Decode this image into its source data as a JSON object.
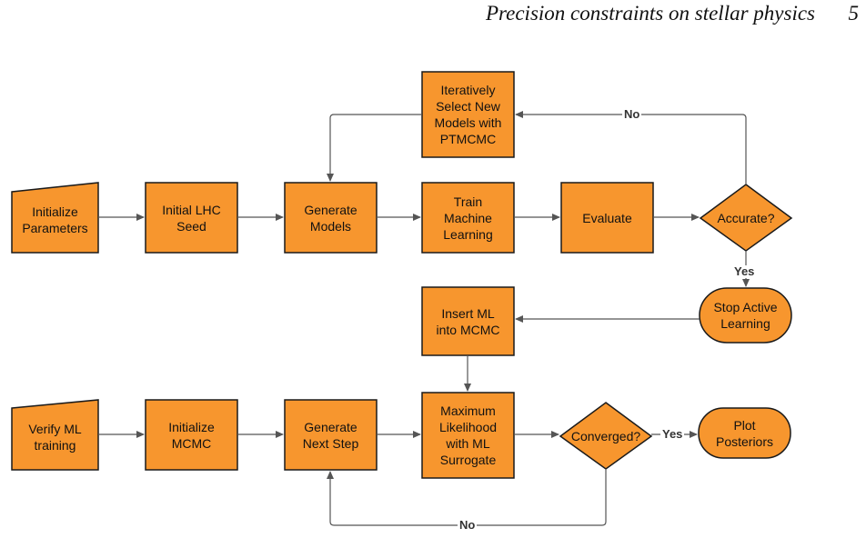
{
  "header": {
    "title": "Precision constraints on stellar physics",
    "page_number": "5"
  },
  "colors": {
    "node_fill": "#F7962E",
    "node_stroke": "#1a1a1a",
    "edge": "#555555"
  },
  "nodes": {
    "init_params": "Initialize\nParameters",
    "lhc_seed": "Initial LHC\nSeed",
    "gen_models": "Generate\nModels",
    "train_ml": "Train\nMachine\nLearning",
    "evaluate": "Evaluate",
    "accurate": "Accurate?",
    "iter_select": "Iteratively\nSelect New\nModels with\nPTMCMC",
    "stop_al": "Stop Active\nLearning",
    "insert_ml": "Insert ML\ninto MCMC",
    "verify_ml": "Verify ML\ntraining",
    "init_mcmc": "Initialize\nMCMC",
    "gen_next": "Generate\nNext Step",
    "max_like": "Maximum\nLikelihood\nwith ML\nSurrogate",
    "converged": "Converged?",
    "plot_post": "Plot\nPosteriors"
  },
  "edge_labels": {
    "accurate_no": "No",
    "accurate_yes": "Yes",
    "converged_yes": "Yes",
    "converged_no": "No"
  }
}
